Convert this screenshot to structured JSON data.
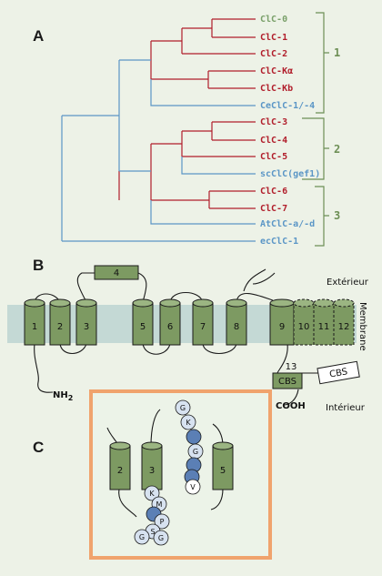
{
  "panels": {
    "a": "A",
    "b": "B",
    "c": "C"
  },
  "tree": {
    "leaves": [
      {
        "label": "ClC-0",
        "color": "#7aa06a"
      },
      {
        "label": "ClC-1",
        "color": "#b11e2b"
      },
      {
        "label": "ClC-2",
        "color": "#b11e2b"
      },
      {
        "label": "ClC-Kα",
        "color": "#b11e2b"
      },
      {
        "label": "ClC-Kb",
        "color": "#b11e2b"
      },
      {
        "label": "CeClC-1/-4",
        "color": "#5b96c6"
      },
      {
        "label": "ClC-3",
        "color": "#b11e2b"
      },
      {
        "label": "ClC-4",
        "color": "#b11e2b"
      },
      {
        "label": "ClC-5",
        "color": "#b11e2b"
      },
      {
        "label": "scClC(gef1)",
        "color": "#5b96c6"
      },
      {
        "label": "ClC-6",
        "color": "#b11e2b"
      },
      {
        "label": "ClC-7",
        "color": "#b11e2b"
      },
      {
        "label": "AtClC-a/-d",
        "color": "#5b96c6"
      },
      {
        "label": "ecClC-1",
        "color": "#5b96c6"
      }
    ],
    "groups": [
      "1",
      "2",
      "3"
    ]
  },
  "topology": {
    "helices": [
      "1",
      "2",
      "3",
      "4",
      "5",
      "6",
      "7",
      "8",
      "9",
      "10",
      "11",
      "12"
    ],
    "helix13": "13",
    "cbs1": "CBS",
    "cbs2": "CBS",
    "nh2": "NH",
    "nh2_sub": "2",
    "cooh": "COOH",
    "exterior": "Extérieur",
    "interior": "Intérieur",
    "membrane": "Membrane"
  },
  "detail": {
    "helices": [
      "2",
      "3",
      "5"
    ],
    "residues_left": [
      "K",
      "M",
      "P",
      "S",
      "G",
      "G"
    ],
    "residues_right": [
      "G",
      "K",
      "G",
      "V"
    ]
  },
  "colors": {
    "red": "#b11e2b",
    "green_label": "#7aa06a",
    "blue": "#5b96c6",
    "helix_fill": "#7d9a62",
    "membrane": "#c4d9d5",
    "box_border": "#f0a36d",
    "residue_blue": "#5b7fb5",
    "residue_light": "#d7e2f0"
  }
}
